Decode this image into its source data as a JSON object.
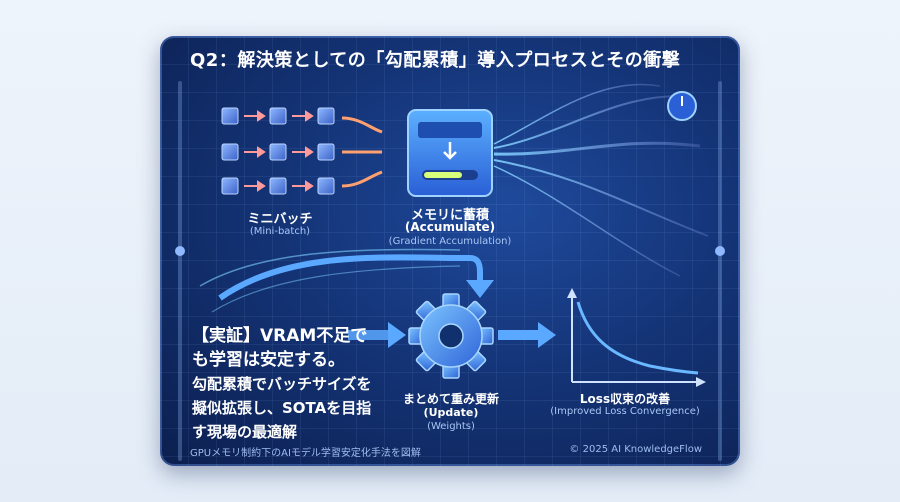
{
  "title": "Q2：解決策としての「勾配累積」導入プロセスとその衝撃",
  "minibatch": {
    "label": "ミニバッチ",
    "sub": "(Mini-batch)"
  },
  "accumulate": {
    "label": "メモリに蓄積",
    "label_en": "(Accumulate)",
    "sub": "(Gradient Accumulation)"
  },
  "update": {
    "label": "まとめて重み更新",
    "label_en": "(Update)",
    "sub": "(Weights)"
  },
  "loss": {
    "label": "Loss収束の改善",
    "sub": "(Improved Loss Convergence)"
  },
  "claim": {
    "line1": "【実証】VRAM不足で",
    "line2": "も学習は安定する。",
    "line3": "勾配累積でバッチサイズを",
    "line4": "擬似拡張し、SOTAを目指",
    "line5": "す現場の最適解"
  },
  "footer_left": "GPUメモリ制約下のAIモデル学習安定化手法を図解",
  "footer_right": "© 2025 AI KnowledgeFlow",
  "colors": {
    "accent": "#4aa3ff",
    "panel": "#143477",
    "arrow": "#5aa8ff"
  }
}
